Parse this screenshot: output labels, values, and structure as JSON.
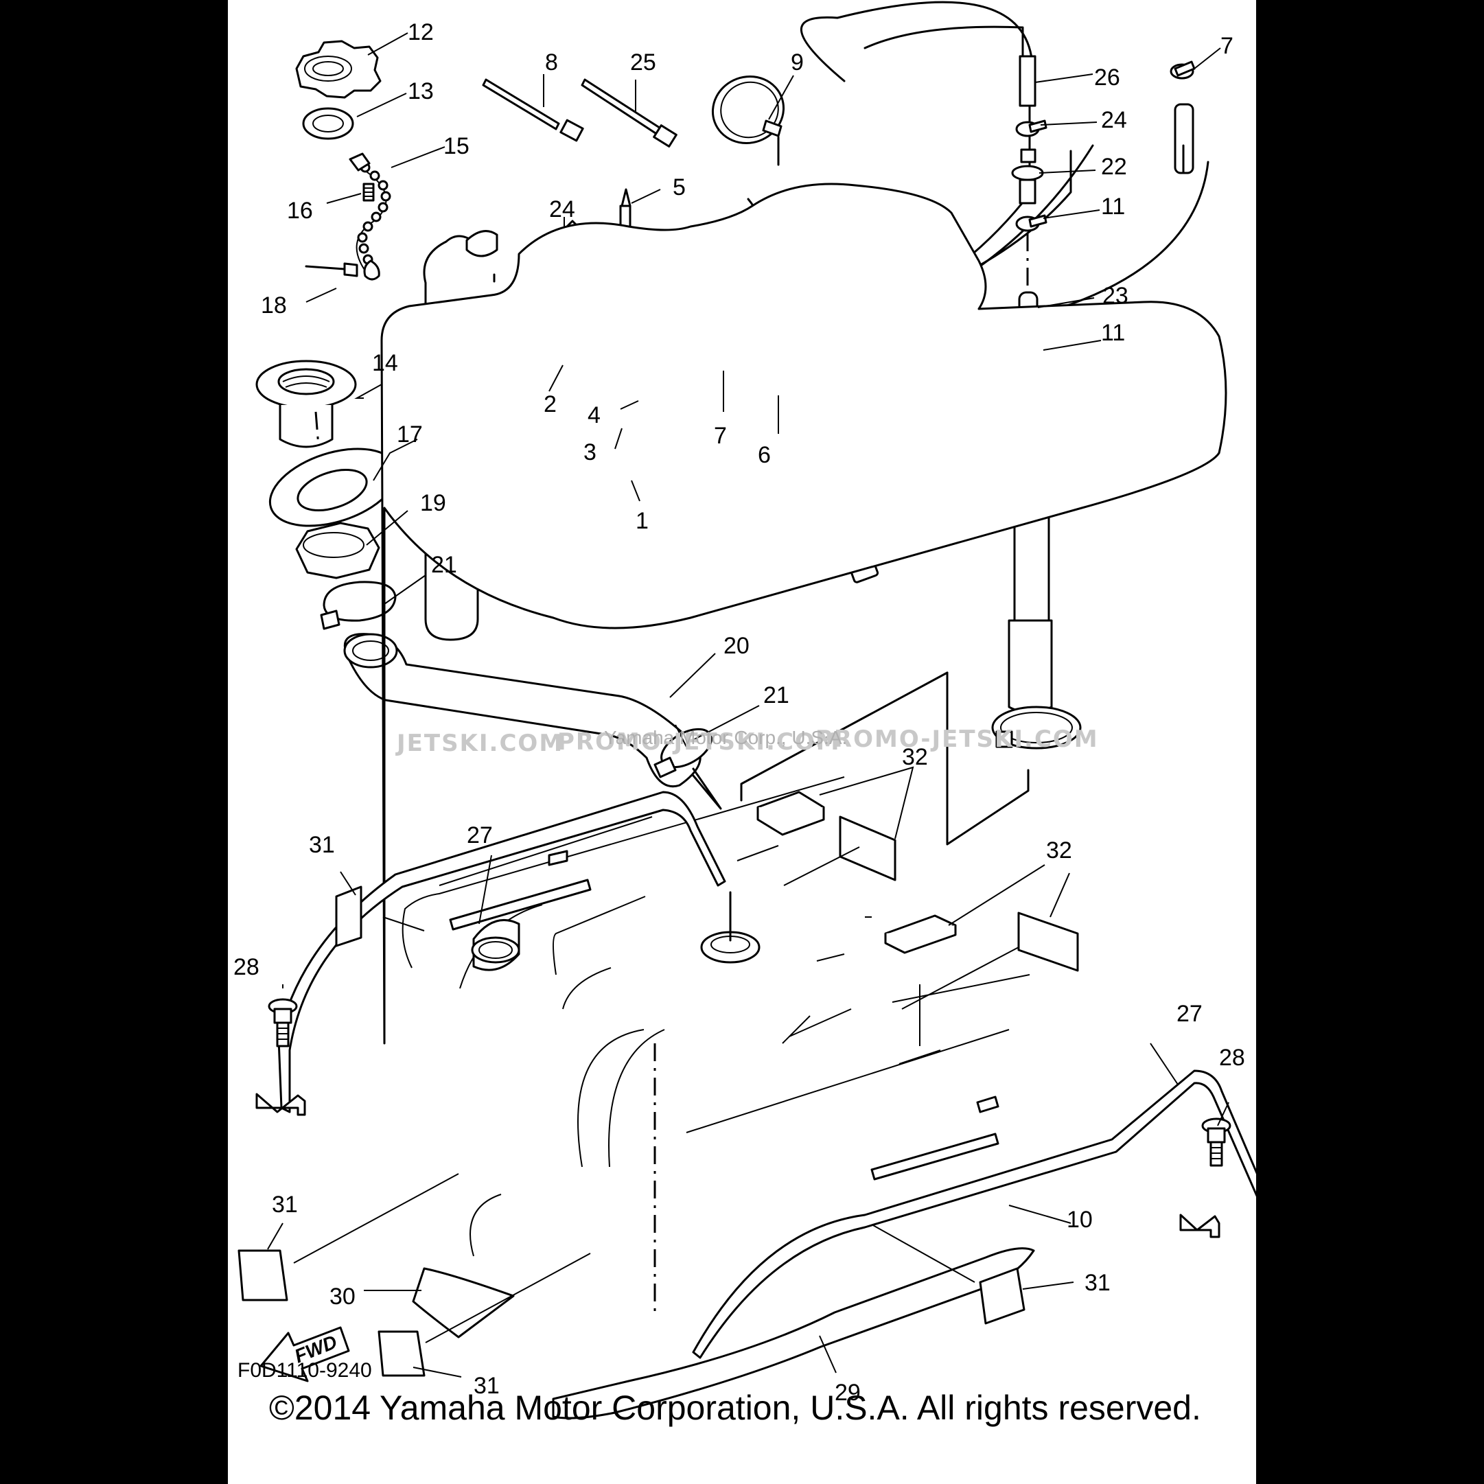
{
  "callouts": [
    {
      "id": "1",
      "label": "1"
    },
    {
      "id": "2",
      "label": "2"
    },
    {
      "id": "3",
      "label": "3"
    },
    {
      "id": "4",
      "label": "4"
    },
    {
      "id": "5",
      "label": "5"
    },
    {
      "id": "6",
      "label": "6"
    },
    {
      "id": "7a",
      "label": "7"
    },
    {
      "id": "7b",
      "label": "7"
    },
    {
      "id": "8",
      "label": "8"
    },
    {
      "id": "9",
      "label": "9"
    },
    {
      "id": "10",
      "label": "10"
    },
    {
      "id": "11a",
      "label": "11"
    },
    {
      "id": "11b",
      "label": "11"
    },
    {
      "id": "12",
      "label": "12"
    },
    {
      "id": "13",
      "label": "13"
    },
    {
      "id": "14",
      "label": "14"
    },
    {
      "id": "15",
      "label": "15"
    },
    {
      "id": "16",
      "label": "16"
    },
    {
      "id": "17",
      "label": "17"
    },
    {
      "id": "18",
      "label": "18"
    },
    {
      "id": "19",
      "label": "19"
    },
    {
      "id": "20",
      "label": "20"
    },
    {
      "id": "21a",
      "label": "21"
    },
    {
      "id": "21b",
      "label": "21"
    },
    {
      "id": "22",
      "label": "22"
    },
    {
      "id": "23",
      "label": "23"
    },
    {
      "id": "24a",
      "label": "24"
    },
    {
      "id": "24b",
      "label": "24"
    },
    {
      "id": "25",
      "label": "25"
    },
    {
      "id": "26",
      "label": "26"
    },
    {
      "id": "27a",
      "label": "27"
    },
    {
      "id": "27b",
      "label": "27"
    },
    {
      "id": "28a",
      "label": "28"
    },
    {
      "id": "28b",
      "label": "28"
    },
    {
      "id": "29",
      "label": "29"
    },
    {
      "id": "30",
      "label": "30"
    },
    {
      "id": "31a",
      "label": "31"
    },
    {
      "id": "31b",
      "label": "31"
    },
    {
      "id": "31c",
      "label": "31"
    },
    {
      "id": "31d",
      "label": "31"
    },
    {
      "id": "32a",
      "label": "32"
    },
    {
      "id": "32b",
      "label": "32"
    }
  ],
  "fwd_label": "FWD",
  "watermarks": [
    "JETSKI.COM",
    "PROMO-JETSKI.COM",
    "PROMO-JETSKI.COM"
  ],
  "watermark_small": "Yamaha Motor Corp., U.S.A.",
  "diagram_code": "F0D1110-9240",
  "copyright": "©2014 Yamaha Motor Corporation, U.S.A. All rights reserved."
}
